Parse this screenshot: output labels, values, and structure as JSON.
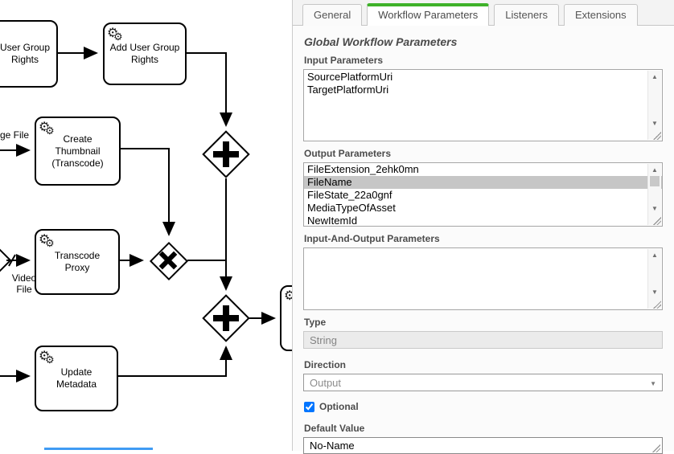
{
  "colors": {
    "tab_accent_green": "#3eb229",
    "bottom_line_blue": "#3f9bf4"
  },
  "icons": {
    "service_task_gear": "⚙",
    "scroll_up": "▲",
    "scroll_down": "▼",
    "dropdown_arrow": "▼"
  },
  "diagram": {
    "tasks": [
      {
        "label": "User Group Rights"
      },
      {
        "label": "Add User Group Rights"
      },
      {
        "label": "Create Thumbnail (Transcode)"
      },
      {
        "label": "Transcode Proxy"
      },
      {
        "label": "Update Metadata"
      }
    ],
    "edge_labels": [
      {
        "text": "ge File"
      },
      {
        "text": "Video File"
      }
    ],
    "gateways": [
      {
        "type": "parallel",
        "symbol": "+"
      },
      {
        "type": "exclusive",
        "symbol": "x"
      },
      {
        "type": "parallel",
        "symbol": "+"
      }
    ]
  },
  "panel": {
    "tabs": [
      {
        "label": "General",
        "active": false
      },
      {
        "label": "Workflow Parameters",
        "active": true
      },
      {
        "label": "Listeners",
        "active": false
      },
      {
        "label": "Extensions",
        "active": false
      }
    ],
    "heading": "Global Workflow Parameters",
    "fields": {
      "input_parameters": {
        "label": "Input Parameters",
        "lines": [
          "SourcePlatformUri",
          "TargetPlatformUri"
        ]
      },
      "output_parameters": {
        "label": "Output Parameters",
        "items": [
          "FileExtension_2ehk0mn",
          "FileName",
          "FileState_22a0gnf",
          "MediaTypeOfAsset",
          "NewItemId"
        ],
        "selected": "FileName"
      },
      "input_and_output_parameters": {
        "label": "Input-And-Output Parameters",
        "lines": []
      },
      "type": {
        "label": "Type",
        "value": "String",
        "disabled": true
      },
      "direction": {
        "label": "Direction",
        "value": "Output"
      },
      "optional": {
        "label": "Optional",
        "checked": true
      },
      "default_value": {
        "label": "Default Value",
        "value": "No-Name"
      }
    }
  }
}
